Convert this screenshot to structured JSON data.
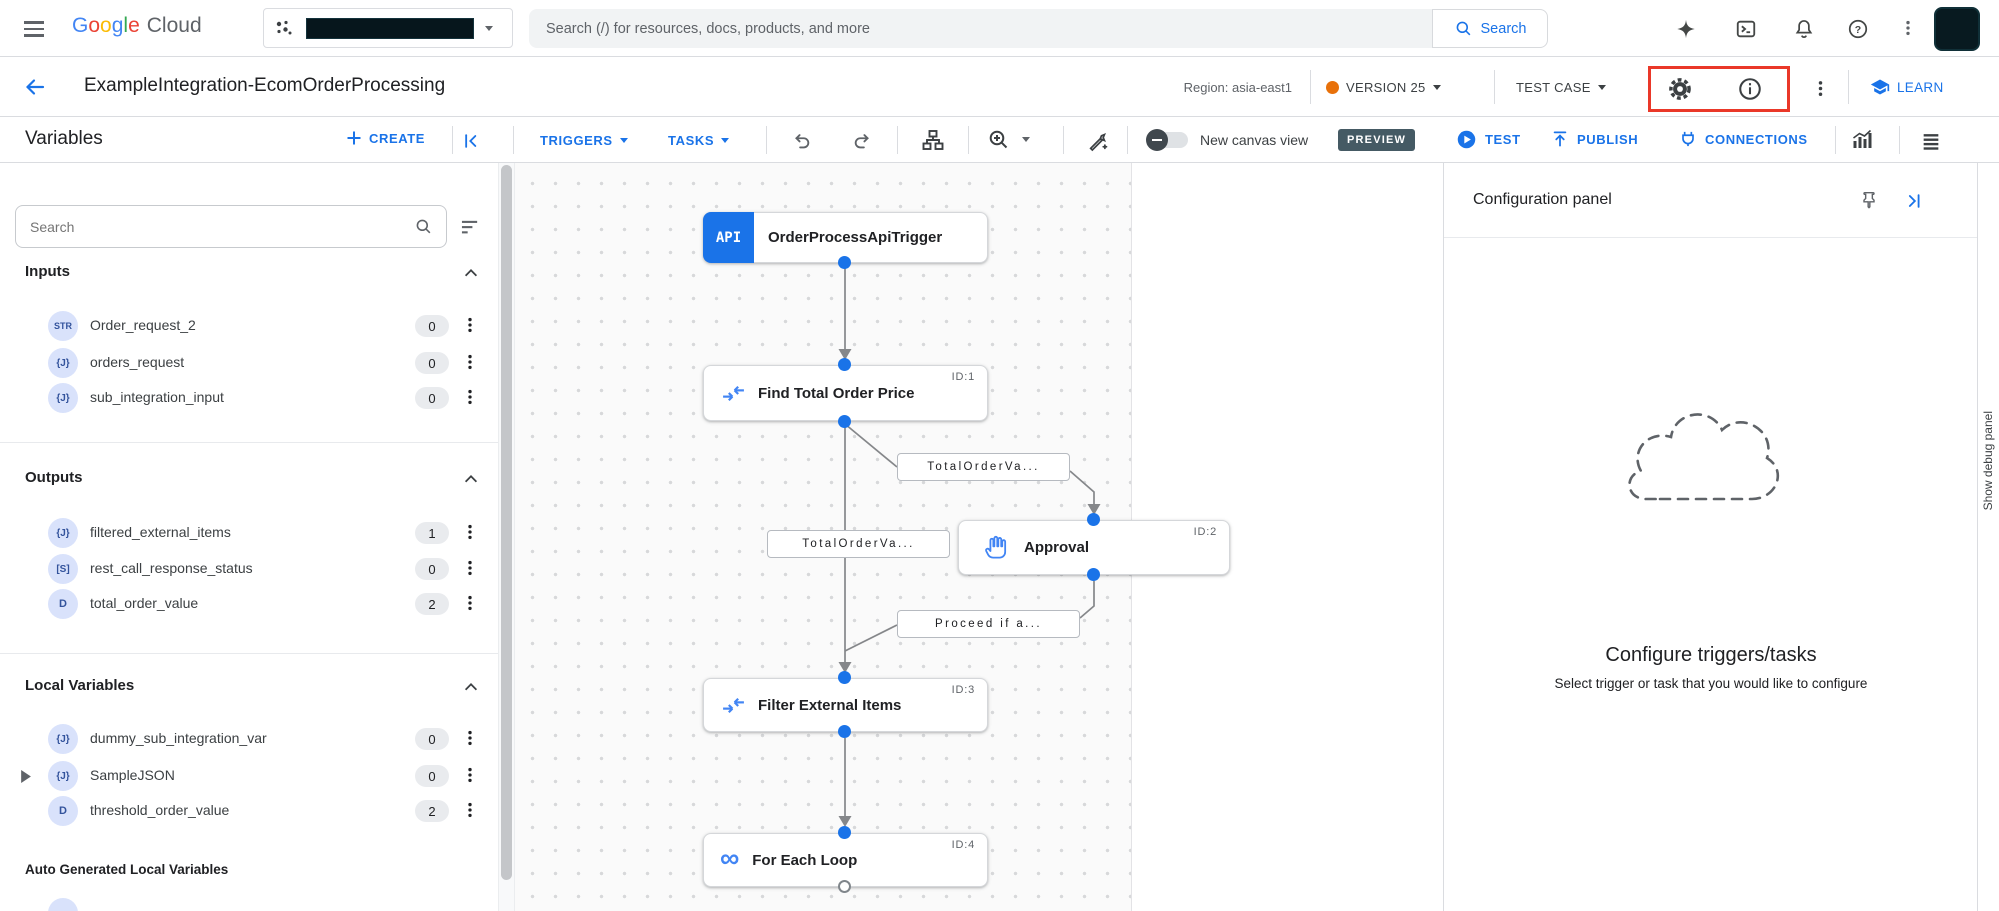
{
  "topbar": {
    "logo": {
      "letters": [
        "G",
        "o",
        "o",
        "g",
        "l",
        "e"
      ],
      "suffix": "Cloud"
    },
    "search_placeholder": "Search (/) for resources, docs, products, and more",
    "search_button": "Search"
  },
  "header": {
    "title": "ExampleIntegration-EcomOrderProcessing",
    "region": "Region: asia-east1",
    "version": "VERSION 25",
    "test_case": "TEST CASE",
    "learn": "LEARN"
  },
  "toolbar": {
    "panel_title": "Variables",
    "create": "CREATE",
    "triggers": "TRIGGERS",
    "tasks": "TASKS",
    "new_canvas_view": "New canvas view",
    "preview": "PREVIEW",
    "test": "TEST",
    "publish": "PUBLISH",
    "connections": "CONNECTIONS"
  },
  "sidebar": {
    "search_placeholder": "Search",
    "sections": [
      {
        "title": "Inputs",
        "items": [
          {
            "type": "STR",
            "name": "Order_request_2",
            "count": "0"
          },
          {
            "type": "{J}",
            "name": "orders_request",
            "count": "0"
          },
          {
            "type": "{J}",
            "name": "sub_integration_input",
            "count": "0"
          }
        ]
      },
      {
        "title": "Outputs",
        "items": [
          {
            "type": "{J}",
            "name": "filtered_external_items",
            "count": "1"
          },
          {
            "type": "[S]",
            "name": "rest_call_response_status",
            "count": "0"
          },
          {
            "type": "D",
            "name": "total_order_value",
            "count": "2"
          }
        ]
      },
      {
        "title": "Local Variables",
        "items": [
          {
            "type": "{J}",
            "name": "dummy_sub_integration_var",
            "count": "0"
          },
          {
            "type": "{J}",
            "name": "SampleJSON",
            "count": "0"
          },
          {
            "type": "D",
            "name": "threshold_order_value",
            "count": "2"
          }
        ]
      }
    ],
    "auto_generated_title": "Auto Generated Local Variables"
  },
  "canvas": {
    "nodes": [
      {
        "badge": "API",
        "label": "OrderProcessApiTrigger",
        "id": ""
      },
      {
        "label": "Find Total Order Price",
        "id": "ID:1"
      },
      {
        "label": "Approval",
        "id": "ID:2"
      },
      {
        "label": "Filter External Items",
        "id": "ID:3"
      },
      {
        "label": "For Each Loop",
        "id": "ID:4"
      }
    ],
    "edge_labels": [
      "TotalOrderVa...",
      "TotalOrderVa...",
      "Proceed if a..."
    ]
  },
  "config_panel": {
    "title": "Configuration panel",
    "heading": "Configure triggers/tasks",
    "subtext": "Select trigger or task that you would like to configure"
  },
  "debug_rail": {
    "label": "Show debug panel"
  },
  "colors": {
    "accent": "#1a73e8",
    "version_dot": "#e8710a",
    "annotation_red": "#ea3829",
    "preview_badge_bg": "#455a64",
    "type_badge_bg": "#d9e2fb",
    "type_badge_text": "#33539c"
  }
}
